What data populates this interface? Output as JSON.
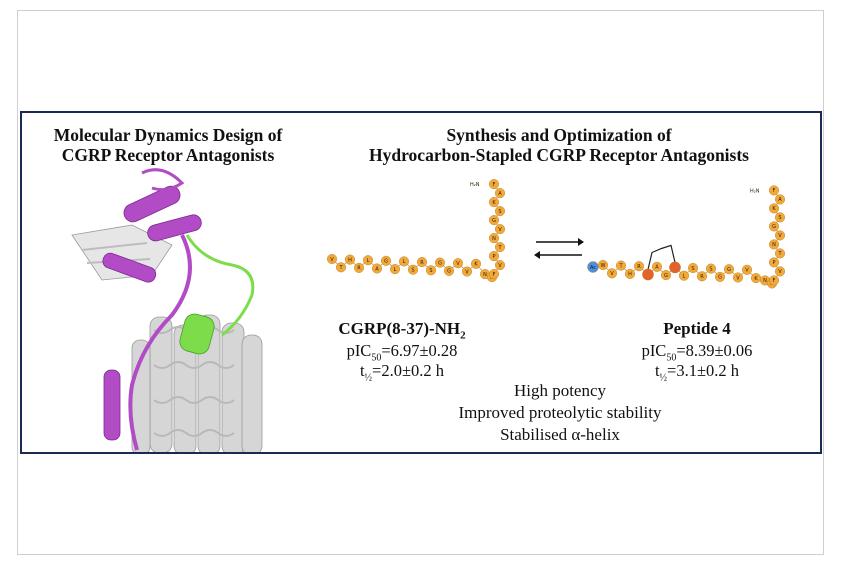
{
  "left_panel": {
    "title_line1": "Molecular Dynamics Design of",
    "title_line2": "CGRP Receptor Antagonists"
  },
  "right_panel": {
    "title_line1": "Synthesis and Optimization of",
    "title_line2": "Hydrocarbon-Stapled CGRP Receptor Antagonists"
  },
  "peptide_left": {
    "name": "CGRP(8-37)-NH",
    "name_sub": "2",
    "pic50_prefix": "pIC",
    "pic50_sub": "50",
    "pic50_value": "=6.97±0.28",
    "t_prefix": "t",
    "t_sub": "½",
    "t_value": "=2.0±0.2 h",
    "n_term": "H₂N",
    "residues": [
      "V",
      "T",
      "H",
      "R",
      "L",
      "A",
      "G",
      "L",
      "L",
      "S",
      "R",
      "S",
      "G",
      "G",
      "V",
      "V",
      "K",
      "N",
      "N",
      "F",
      "V",
      "P",
      "T",
      "N",
      "V",
      "G",
      "S",
      "K",
      "A",
      "F"
    ]
  },
  "peptide_right": {
    "name": "Peptide 4",
    "pic50_prefix": "pIC",
    "pic50_sub": "50",
    "pic50_value": "=8.39±0.06",
    "t_prefix": "t",
    "t_sub": "½",
    "t_value": "=3.1±0.2 h",
    "n_term": "H₂N",
    "cap": "Ac",
    "residues": [
      "W",
      "V",
      "T",
      "H",
      "R",
      "S5",
      "A",
      "G",
      "S5",
      "L",
      "S",
      "R",
      "S",
      "G",
      "G",
      "V",
      "V",
      "K",
      "N",
      "N",
      "F",
      "V",
      "P",
      "T",
      "N",
      "V",
      "G",
      "S",
      "K",
      "A",
      "F"
    ]
  },
  "properties": [
    "High potency",
    "Improved proteolytic stability",
    "Stabilised α-helix"
  ],
  "colors": {
    "frame": "#1c2a52",
    "residue": "#f2a93b",
    "staple": "#e2622a",
    "cap": "#4d8fe3",
    "magenta": "#b24bc6",
    "green": "#7ddc4a",
    "grey": "#d9d9d9"
  }
}
